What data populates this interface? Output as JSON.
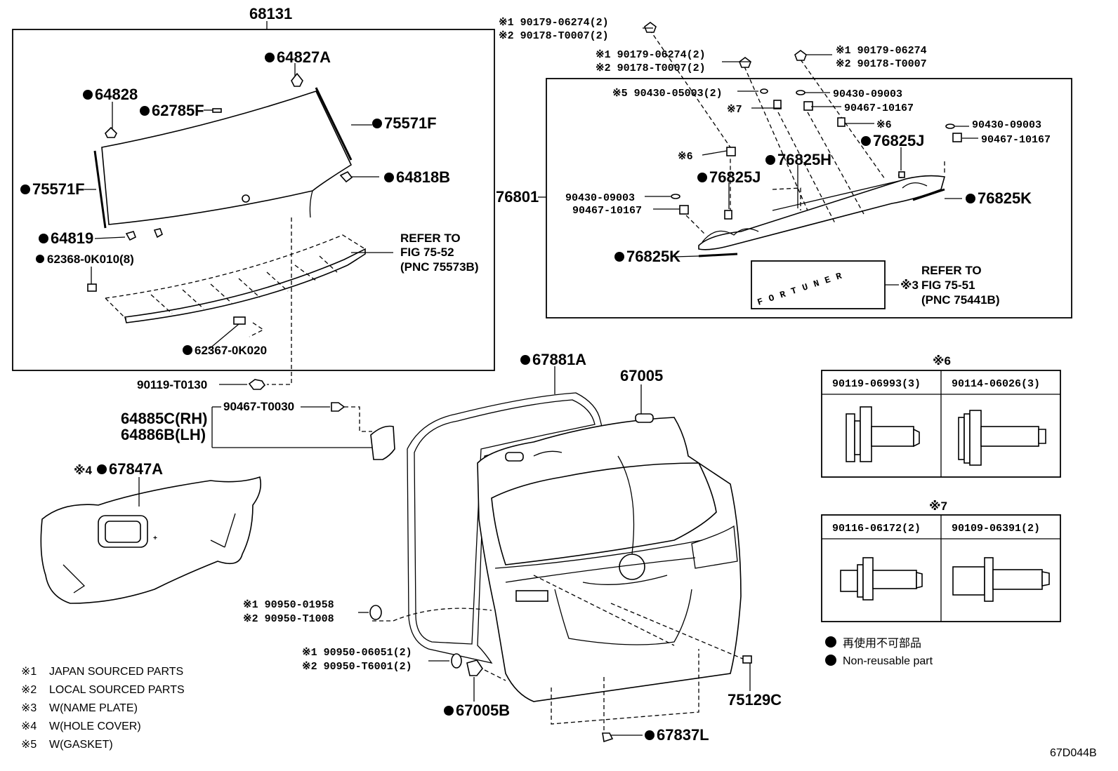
{
  "figure_id": "67D044B",
  "legend": [
    {
      "mark": "※1",
      "text": "JAPAN SOURCED PARTS"
    },
    {
      "mark": "※2",
      "text": "LOCAL SOURCED PARTS"
    },
    {
      "mark": "※3",
      "text": "W(NAME PLATE)"
    },
    {
      "mark": "※4",
      "text": "W(HOLE COVER)"
    },
    {
      "mark": "※5",
      "text": "W(GASKET)"
    }
  ],
  "non_reusable": {
    "jp": "再使用不可部品",
    "en": "Non-reusable part"
  },
  "glass_group": {
    "title": "68131",
    "labels": [
      "64827A",
      "64828",
      "62785F",
      "75571F",
      "75571F",
      "64818B",
      "64819",
      "62368-0K010(8)",
      "62367-0K020"
    ],
    "refer": [
      "REFER TO",
      "FIG 75-52",
      "(PNC 75573B)"
    ]
  },
  "garnish_group": {
    "title": "76801",
    "labels": {
      "a1": "※1 90179-06274(2)",
      "a2": "※2 90178-T0007(2)",
      "b1": "※1 90179-06274(2)",
      "b2": "※2 90178-T0007(2)",
      "c1": "※1 90179-06274",
      "c2": "※2 90178-T0007",
      "g5": "※5 90430-05003(2)",
      "s7": "※7",
      "n1": "90430-09003",
      "n2": "90467-10167",
      "s6a": "※6",
      "n3": "90430-09003",
      "n4": "90467-10167",
      "p1": "76825J",
      "p2": "76825H",
      "s6b": "※6",
      "p3": "76825J",
      "n5": "90430-09003",
      "n6": "90467-10167",
      "p4": "76825K",
      "p5": "76825K"
    },
    "emblem": "FORTUNER",
    "refer_mark": "※3",
    "refer": [
      "REFER TO",
      "FIG 75-51",
      "(PNC 75441B)"
    ]
  },
  "misc": {
    "l1": "90119-T0130",
    "l2": "90467-T0030",
    "l3": "64885C(RH)",
    "l4": "64886B(LH)",
    "l5": "67881A",
    "l6": "67005",
    "l7": "67847A",
    "l7mark": "※4",
    "l8": "※1 90950-01958",
    "l9": "※2 90950-T1008",
    "l10": "※1 90950-06051(2)",
    "l11": "※2 90950-T6001(2)",
    "l12": "67005B",
    "l13": "75129C",
    "l14": "67837L"
  },
  "table6": {
    "mark": "※6",
    "cols": [
      "90119-06993(3)",
      "90114-06026(3)"
    ]
  },
  "table7": {
    "mark": "※7",
    "cols": [
      "90116-06172(2)",
      "90109-06391(2)"
    ]
  }
}
